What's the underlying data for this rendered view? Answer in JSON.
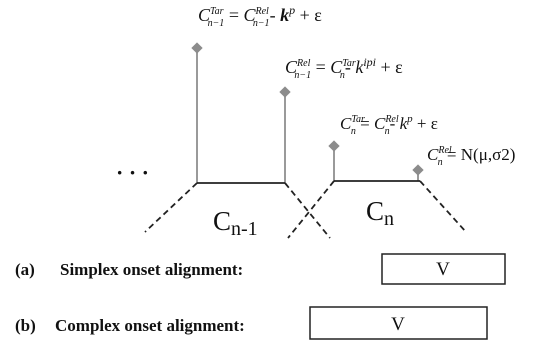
{
  "formulas": {
    "f1": {
      "lhs_sym": "C",
      "lhs_sup": "Tar",
      "lhs_sub": "n−1",
      "rhs_sym": "C",
      "rhs_sup": "Rel",
      "rhs_sub": "n−1",
      "op": "- ",
      "k": "k",
      "k_sup": "p",
      "tail": " + ε"
    },
    "f2": {
      "lhs_sym": "C",
      "lhs_sup": "Rel",
      "lhs_sub": "n−1",
      "rhs_sym": "C",
      "rhs_sup": "Tar",
      "rhs_sub": "n",
      "op": "- ",
      "k": "k",
      "k_sup": "ipi",
      "tail": " + ε"
    },
    "f3": {
      "lhs_sym": "C",
      "lhs_sup": "Tar",
      "lhs_sub": "n",
      "rhs_sym": "C",
      "rhs_sup": "Rel",
      "rhs_sub": "n",
      "op": "- ",
      "k": "k",
      "k_sup": "p",
      "tail": " + ε"
    },
    "f4": {
      "lhs_sym": "C",
      "lhs_sup": "Rel",
      "lhs_sub": "n",
      "rhs": "N(μ,σ2)"
    }
  },
  "ellipsis": "· · ·",
  "syllables": {
    "left_base": "C",
    "left_sub": "n-1",
    "right_base": "C",
    "right_sub": "n"
  },
  "rows": {
    "a": {
      "tag": "(a)",
      "label": "Simplex onset alignment:",
      "box": "V"
    },
    "b": {
      "tag": "(b)",
      "label": "Complex onset alignment:",
      "box": "V"
    }
  },
  "colors": {
    "stem": "#9a9a9a",
    "knob": "#8c8c8c",
    "line": "#222222"
  }
}
